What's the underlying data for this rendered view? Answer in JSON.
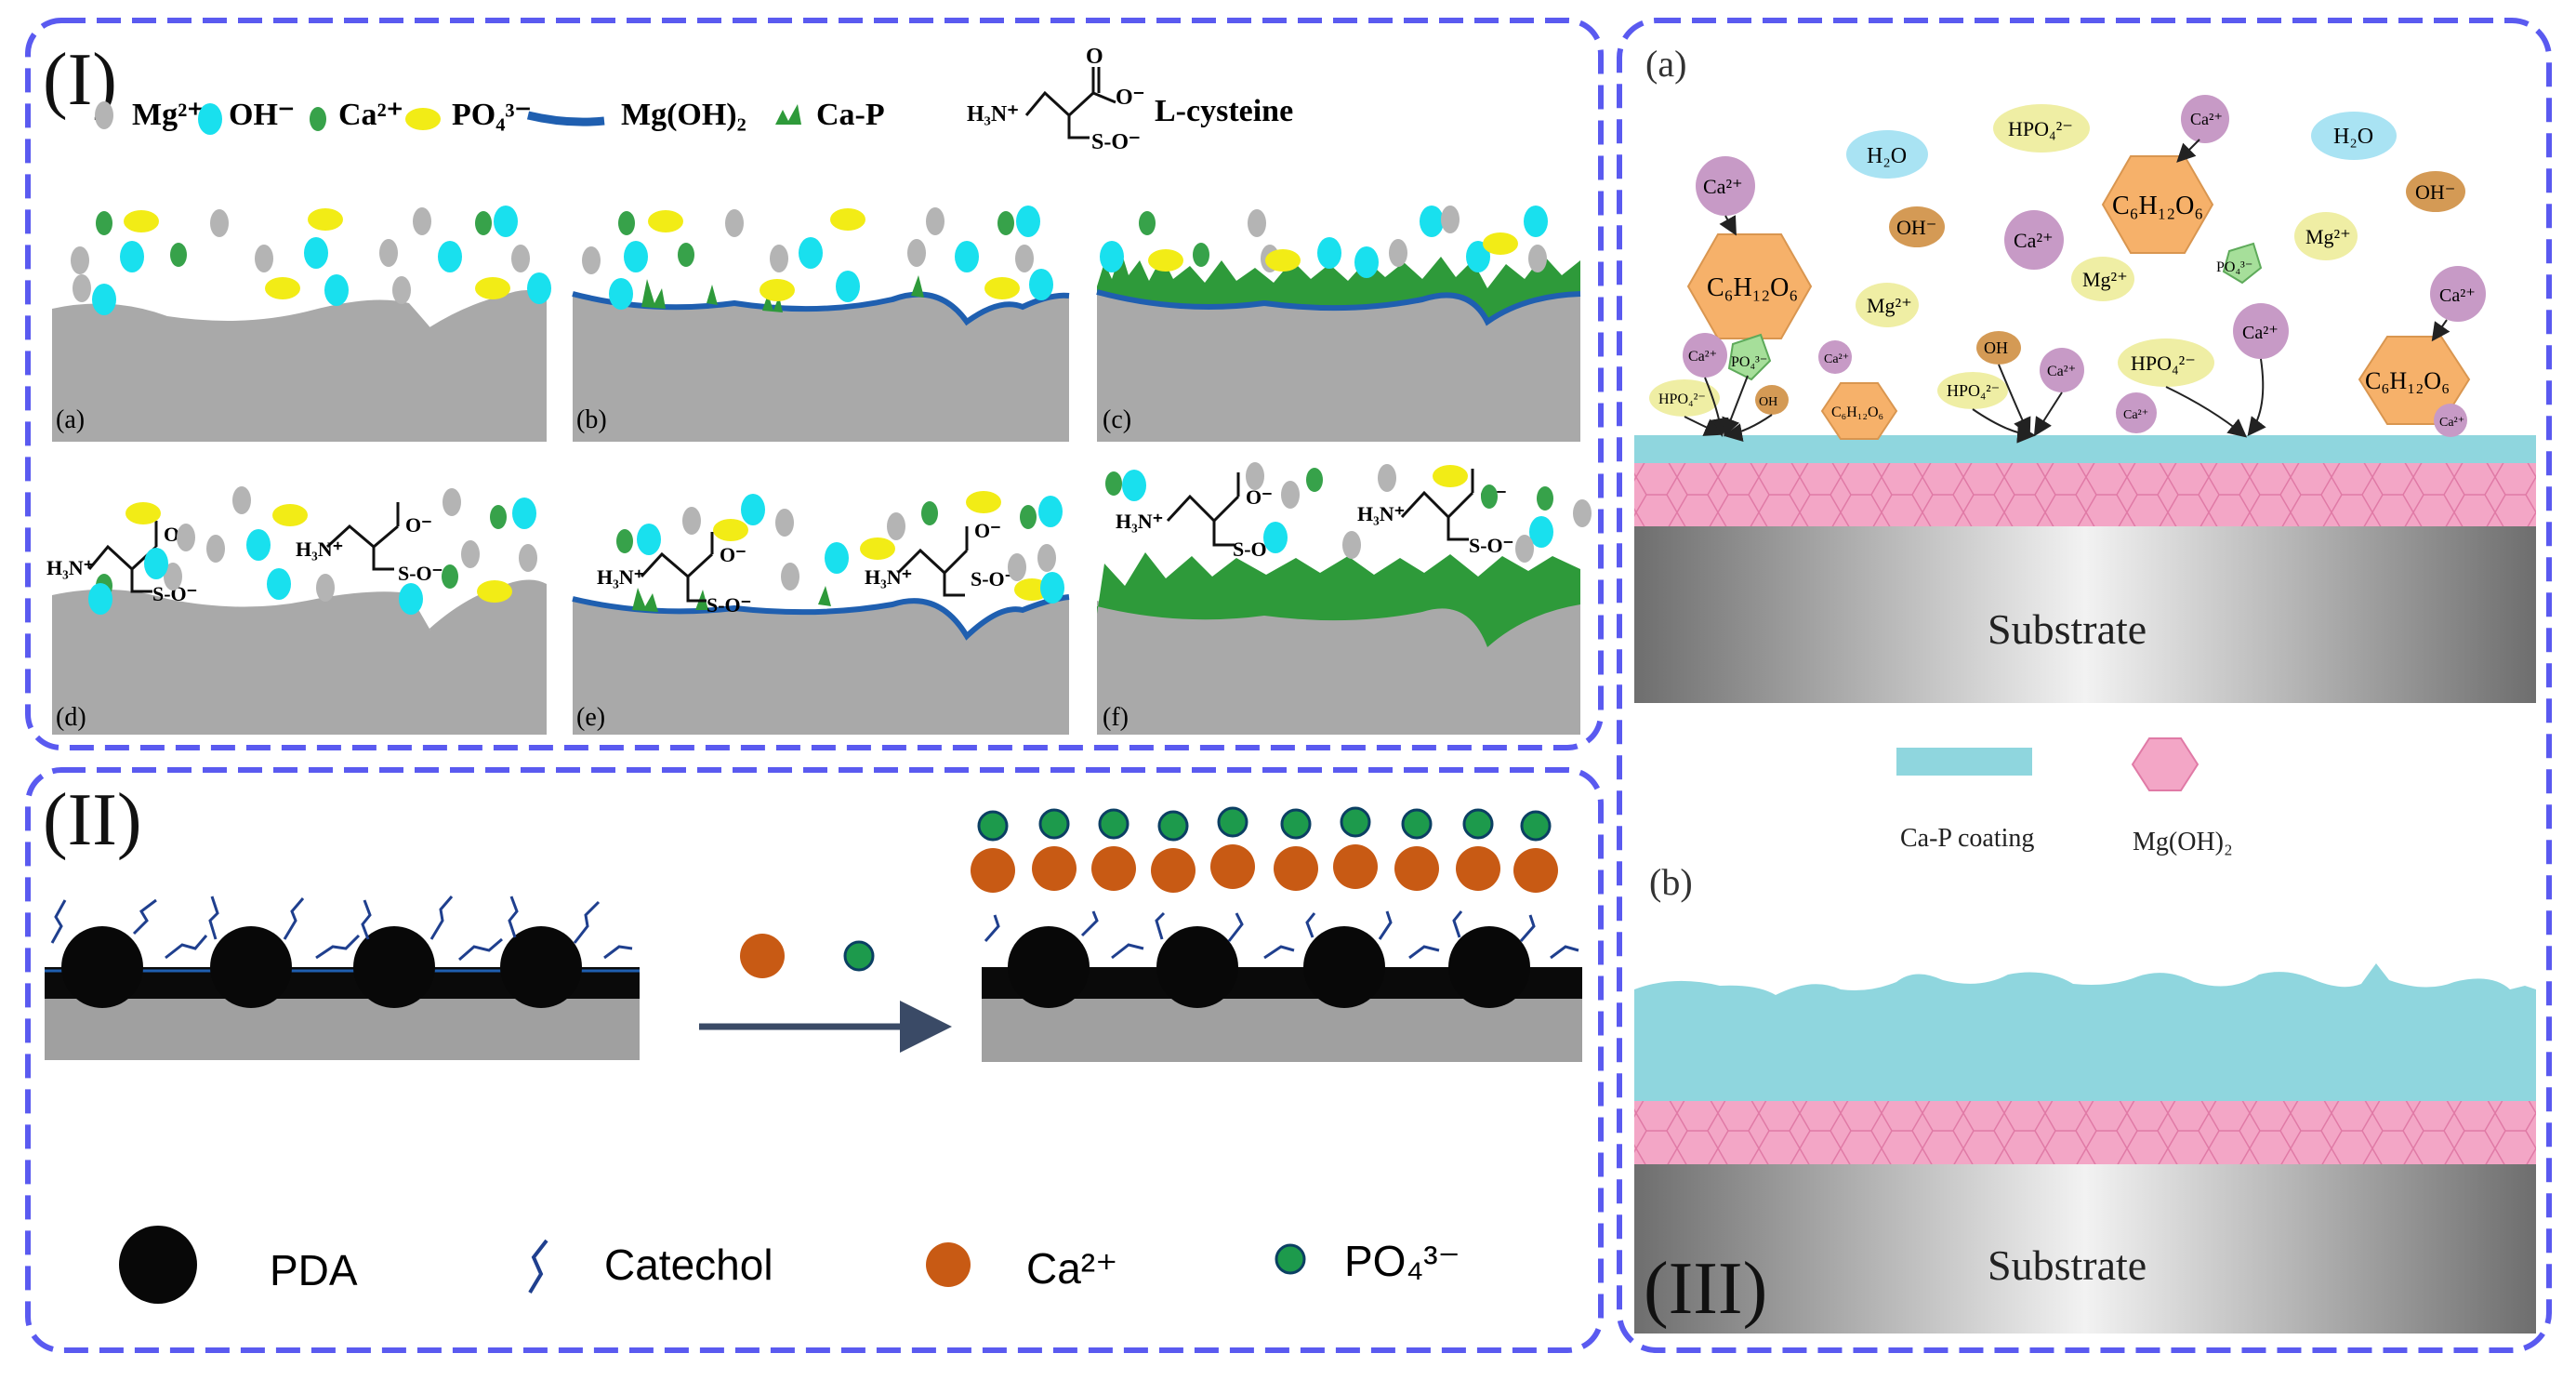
{
  "panel1": {
    "label": "(I)",
    "legend": {
      "mg": "Mg²⁺",
      "oh": "OH⁻",
      "ca": "Ca²⁺",
      "po4": "PO₄³⁻",
      "mgoh2": "Mg(OH)₂",
      "cap": "Ca-P",
      "lcys": "L-cysteine"
    },
    "molecule": {
      "amine": "H₃N⁺",
      "thiolate": "S-O⁻",
      "carboxyl": "O⁻",
      "carbonyl": "O"
    },
    "subpanels": [
      "(a)",
      "(b)",
      "(c)",
      "(d)",
      "(e)",
      "(f)"
    ]
  },
  "panel2": {
    "label": "(II)",
    "legend": {
      "pda": "PDA",
      "catechol": "Catechol",
      "ca": "Ca²⁺",
      "po4": "PO₄³⁻"
    }
  },
  "panel3": {
    "label": "(III)",
    "sub_a": "(a)",
    "sub_b": "(b)",
    "substrate": "Substrate",
    "legend": {
      "cap": "Ca-P coating",
      "mgoh2": "Mg(OH)₂"
    },
    "species": {
      "ca": "Ca²⁺",
      "h2o": "H₂O",
      "hpo4": "HPO₄²⁻",
      "oh": "OH⁻",
      "mg": "Mg²⁺",
      "po4": "PO₄³⁻",
      "glucose": "C₆H₁₂O₆",
      "oh_plain": "OH"
    }
  },
  "colors": {
    "border": "#5a5af0",
    "substrate": "#a9a9a9",
    "mgoh2_layer": "#1f5fb0",
    "cap": "#2e9a3a",
    "cyan": "#19e0ee",
    "yellow": "#f2ec16",
    "green_dot": "#37a24a",
    "grey_dot": "#b4b4b4",
    "ca_orange": "#c85a14",
    "po4_green": "#1d9a4c",
    "coating": "#8fd6de",
    "mgoh2_pink": "#f3a6c6",
    "ca_purple": "#c79ac6",
    "glucose_orange": "#f6b16a",
    "oh_brown": "#d49a55",
    "h2o_blue": "#a9e3f3",
    "hpo4_yellow": "#efeea4",
    "po4_green_pent": "#a6df9a"
  }
}
